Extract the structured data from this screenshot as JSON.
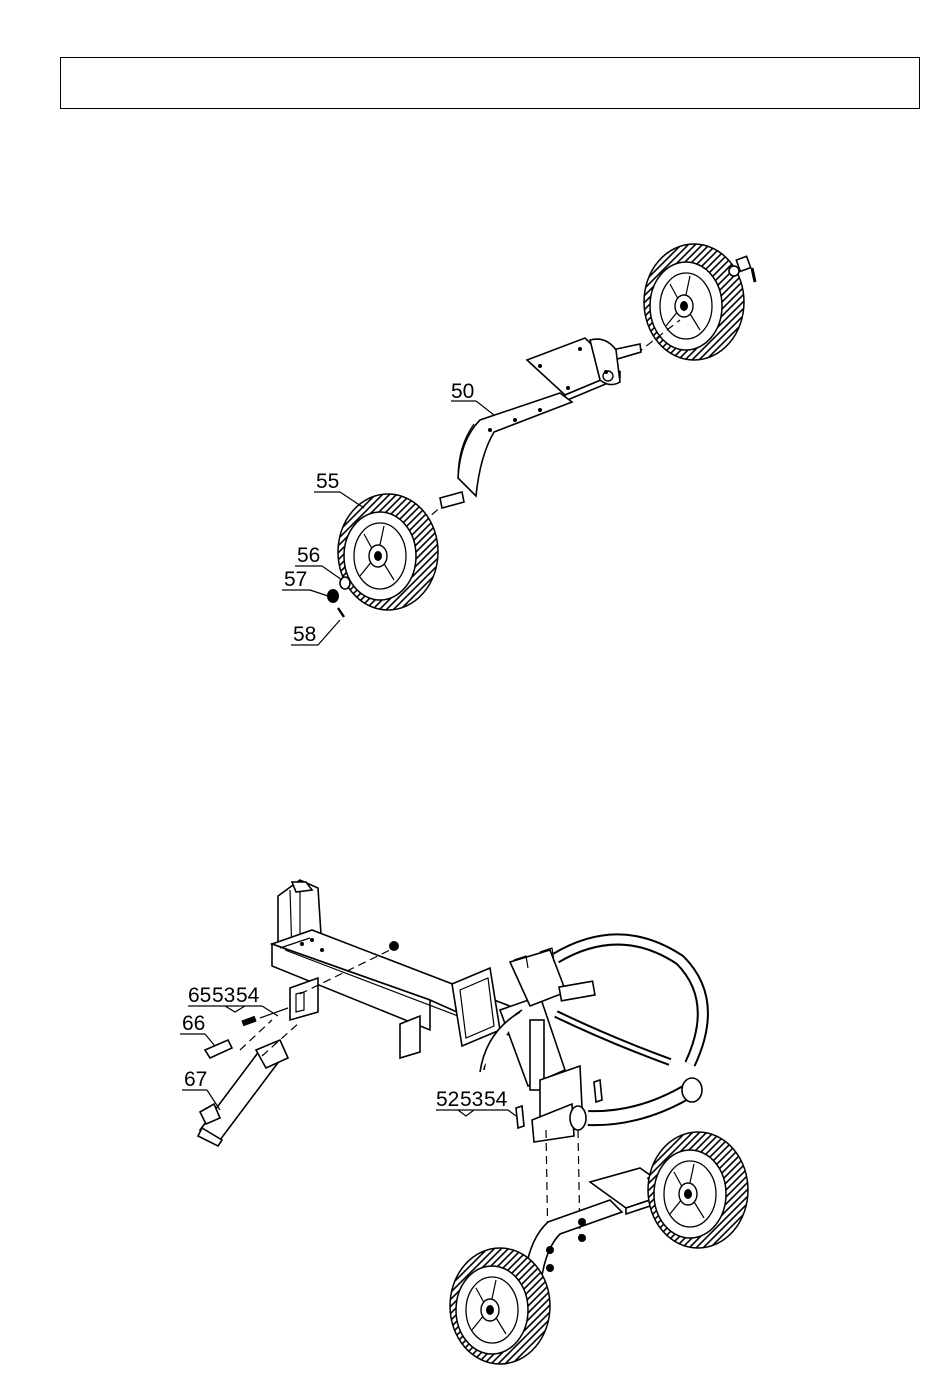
{
  "header": {
    "text": ""
  },
  "axle_figure": {
    "labels": {
      "axle": "50",
      "wheel": "55",
      "washer": "56",
      "nut": "57",
      "pin": "58"
    }
  },
  "assembly_figure": {
    "labels": {
      "handle_group_a": "65",
      "handle_group_b": "53",
      "handle_group_c": "54",
      "clip": "66",
      "handle": "67",
      "axle_group_a": "52",
      "axle_group_b": "53",
      "axle_group_c": "54"
    }
  },
  "colors": {
    "line": "#000000",
    "background": "#ffffff"
  }
}
